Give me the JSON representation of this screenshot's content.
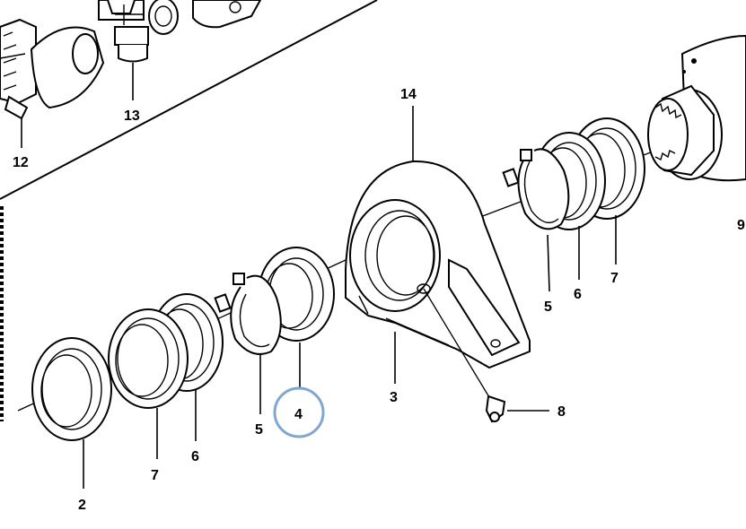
{
  "diagram": {
    "highlight_color": "#7fa7d0",
    "labels": {
      "l14": "14",
      "l13": "13",
      "l12": "12",
      "l9": "9",
      "l5a": "5",
      "l6a": "6",
      "l7a": "7",
      "l3": "3",
      "l8": "8",
      "l4": "4",
      "l5b": "5",
      "l6b": "6",
      "l7b": "7",
      "l2": "2"
    },
    "highlighted_label": "4"
  }
}
